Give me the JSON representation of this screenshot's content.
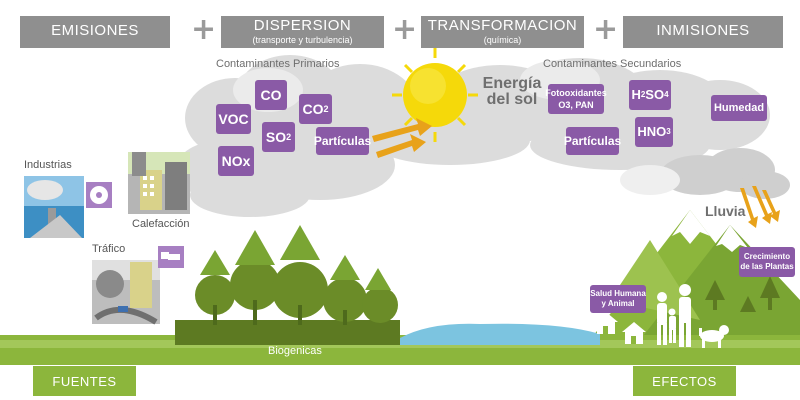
{
  "header": {
    "emisiones": "EMISIONES",
    "dispersion": "DISPERSION",
    "dispersion_sub": "(transporte y turbulencia)",
    "transformacion": "TRANSFORMACION",
    "transformacion_sub": "(química)",
    "inmisiones": "INMISIONES",
    "plus": "+"
  },
  "primary": {
    "title": "Contaminantes Primarios",
    "voc": "VOC",
    "co": "CO",
    "co2_base": "CO",
    "co2_sub": "2",
    "so2_base": "SO",
    "so2_sub": "2",
    "nox": "NOx",
    "particulas": "Partículas"
  },
  "sun": {
    "line1": "Energía",
    "line2": "del sol"
  },
  "secondary": {
    "title": "Contaminantes Secundarios",
    "foto_line1": "Fotooxidantes",
    "foto_line2": "O3, PAN",
    "h2so4_a": "H",
    "h2so4_s1": "2",
    "h2so4_b": "SO",
    "h2so4_s2": "4",
    "humedad": "Humedad",
    "particulas": "Partículas",
    "hno3_a": "HNO",
    "hno3_s": "3"
  },
  "sources": {
    "industrias": "Industrias",
    "calefaccion": "Calefacción",
    "trafico": "Tráfico",
    "biogenicas": "Biogenicas"
  },
  "effects": {
    "lluvia": "Lluvia",
    "crecimiento_line1": "Crecimiento",
    "crecimiento_line2": "de las Plantas",
    "salud_line1": "Salud Humana",
    "salud_line2": "y Animal"
  },
  "footer": {
    "fuentes": "FUENTES",
    "efectos": "EFECTOS"
  },
  "colors": {
    "header_gray": "#8f8f8f",
    "chip_purple": "#8a5aa6",
    "green": "#8cb63c",
    "dark_green": "#5d7a22",
    "sun_yellow": "#f5d90a",
    "arrow_orange": "#e8a21a",
    "water": "#7cc4e0"
  }
}
